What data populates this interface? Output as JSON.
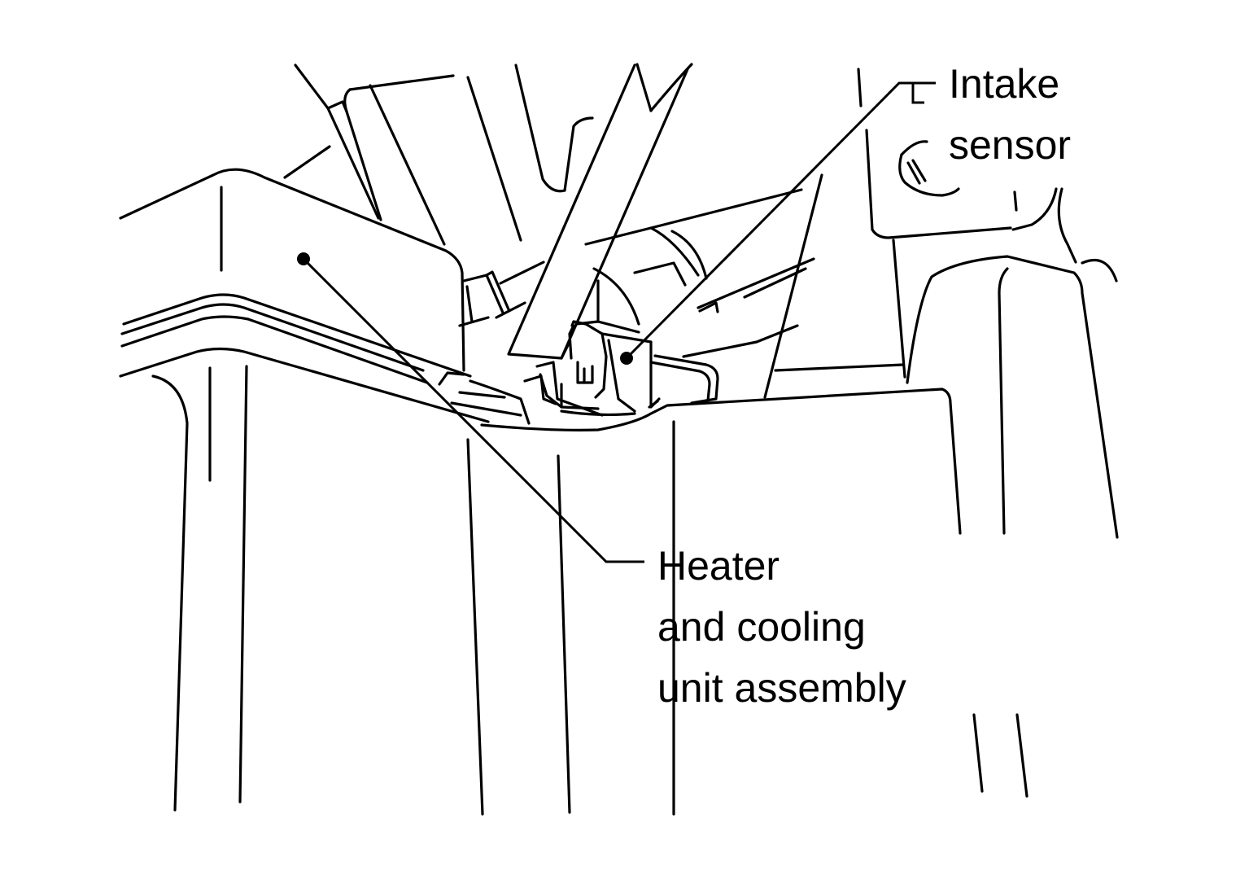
{
  "labels": {
    "intake_sensor": [
      "Intake",
      "sensor"
    ],
    "heater_cooling_unit": [
      "Heater",
      "and cooling",
      "unit assembly"
    ]
  },
  "colors": {
    "line": "#000000",
    "background": "#ffffff"
  }
}
